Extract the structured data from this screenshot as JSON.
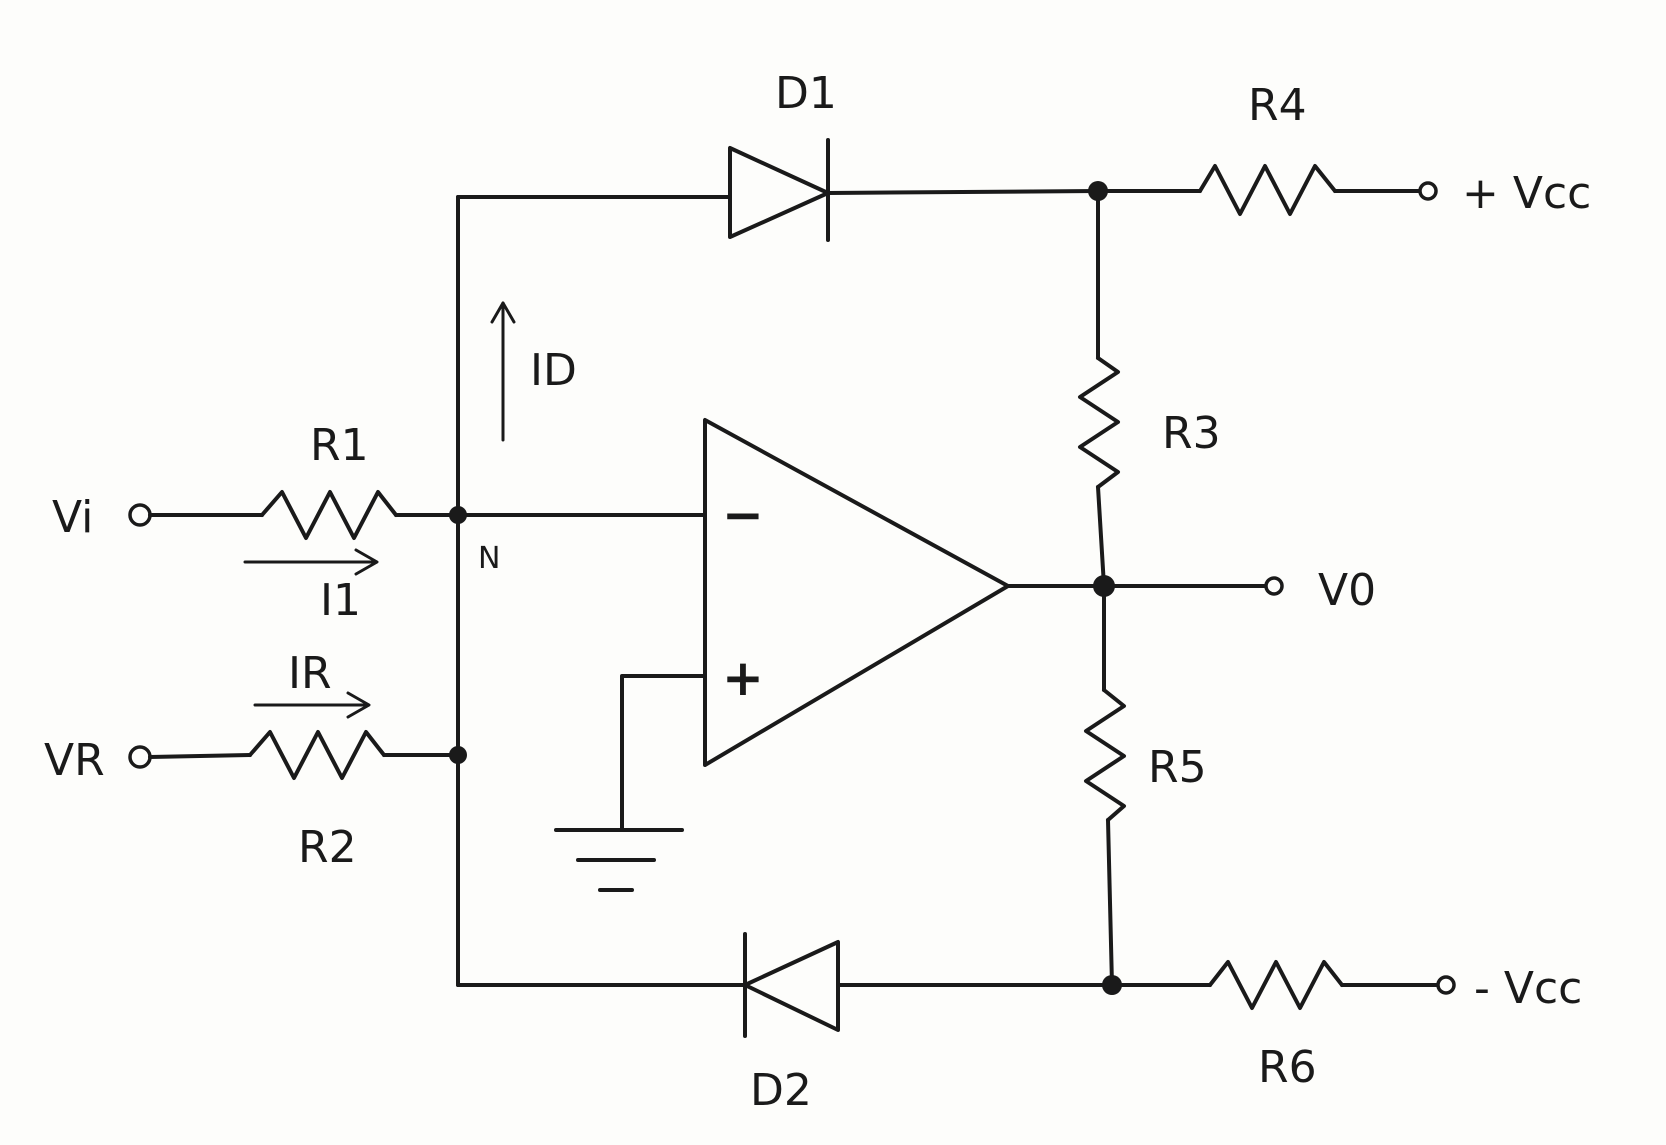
{
  "components": {
    "d1": {
      "label": "D1"
    },
    "d2": {
      "label": "D2"
    },
    "r1": {
      "label": "R1"
    },
    "r2": {
      "label": "R2"
    },
    "r3": {
      "label": "R3"
    },
    "r4": {
      "label": "R4"
    },
    "r5": {
      "label": "R5"
    },
    "r6": {
      "label": "R6"
    },
    "opamp": {
      "minus": "−",
      "plus": "+"
    }
  },
  "terminals": {
    "vi": "Vi",
    "vr": "VR",
    "vo": "V0",
    "pos_supply": "+ Vcc",
    "neg_supply": "- Vcc"
  },
  "currents": {
    "i1": "I1",
    "ir": "IR",
    "id": "ID"
  },
  "nodes": {
    "n": "N"
  }
}
